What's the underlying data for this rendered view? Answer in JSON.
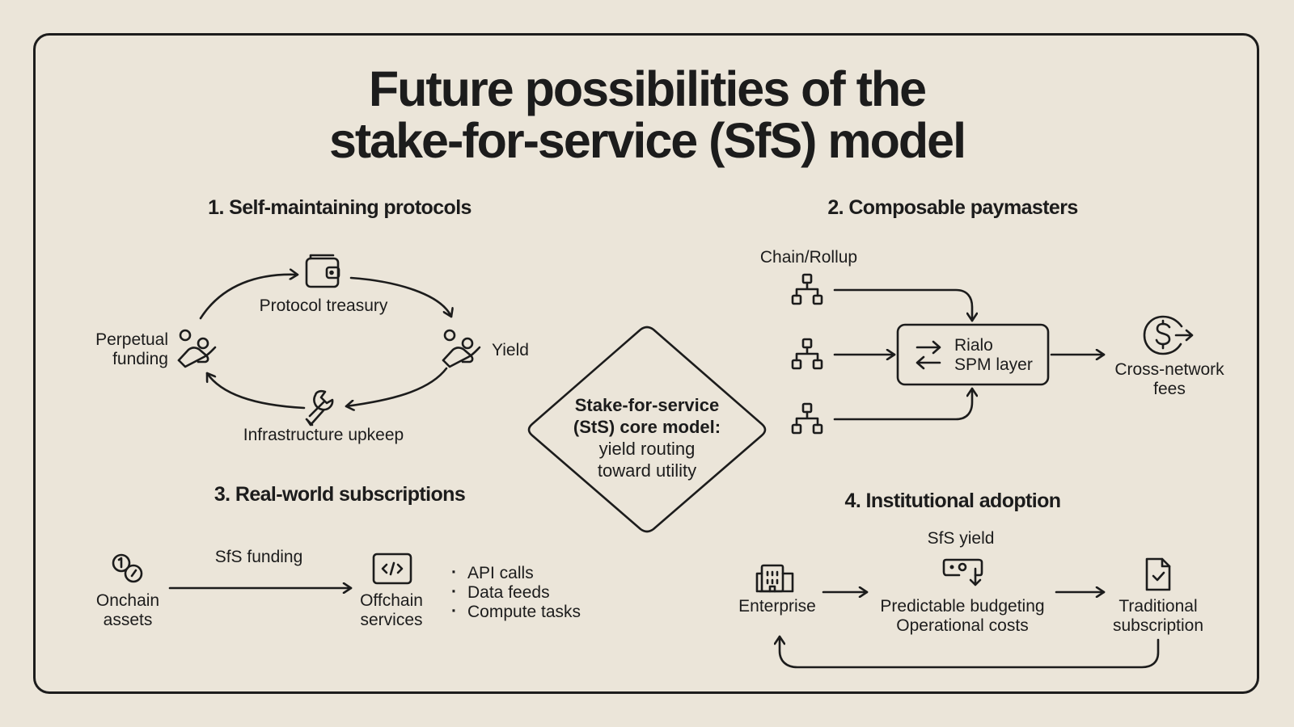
{
  "title": {
    "line1": "Future possibilities of the",
    "line2": "stake-for-service (SfS) model"
  },
  "section1": {
    "heading": "1. Self-maintaining protocols",
    "treasury": "Protocol treasury",
    "yield": "Yield",
    "perpetual_line1": "Perpetual",
    "perpetual_line2": "funding",
    "upkeep": "Infrastructure upkeep"
  },
  "section2": {
    "heading": "2. Composable paymasters",
    "chain_label": "Chain/Rollup",
    "spm_line1": "Rialo",
    "spm_line2": "SPM layer",
    "fees_line1": "Cross-network",
    "fees_line2": "fees"
  },
  "core": {
    "bold_line1": "Stake-for-service",
    "bold_line2": "(StS) core model:",
    "line3": "yield routing",
    "line4": "toward utility"
  },
  "section3": {
    "heading": "3. Real-world subscriptions",
    "onchain_line1": "Onchain",
    "onchain_line2": "assets",
    "funding": "SfS funding",
    "offchain_line1": "Offchain",
    "offchain_line2": "services",
    "bullets": [
      "API calls",
      "Data feeds",
      "Compute tasks"
    ]
  },
  "section4": {
    "heading": "4. Institutional adoption",
    "enterprise": "Enterprise",
    "sfs_yield": "SfS yield",
    "budget_line1": "Predictable budgeting",
    "budget_line2": "Operational costs",
    "trad_line1": "Traditional",
    "trad_line2": "subscription"
  },
  "colors": {
    "background": "#ebe5d9",
    "ink": "#1c1c1c"
  }
}
